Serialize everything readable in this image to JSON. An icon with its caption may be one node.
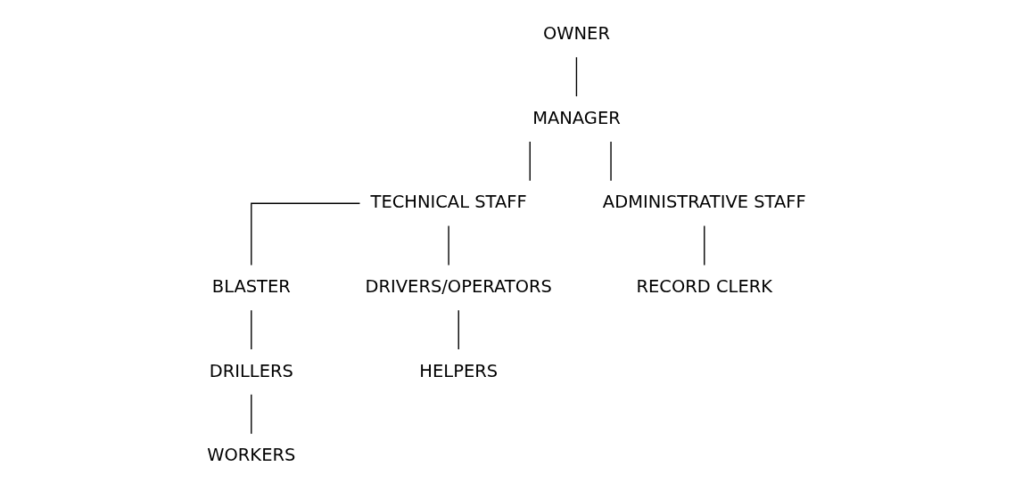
{
  "diagram": {
    "nodes": [
      {
        "text": [
          "OWNER"
        ]
      },
      {
        "text": [
          "MANAGER"
        ]
      },
      {
        "text": [
          "TECHNICAL STAFF"
        ]
      },
      {
        "text": [
          "ADMINISTRATIVE STAFF"
        ]
      },
      {
        "text": [
          "BLASTER"
        ]
      },
      {
        "text": [
          "DRIVERS/OPERATORS"
        ]
      },
      {
        "text": [
          "RECORD CLERK"
        ]
      },
      {
        "text": [
          "DRILLERS"
        ]
      },
      {
        "text": [
          "HELPERS"
        ]
      },
      {
        "text": [
          "WORKERS"
        ]
      }
    ],
    "edges": [
      {
        "from": 0,
        "to": 1,
        "arrow": "none"
      },
      {
        "from": 1,
        "to": 2,
        "arrow": "none"
      },
      {
        "from": 1,
        "to": 3,
        "arrow": "none"
      },
      {
        "from": 2,
        "to": 4,
        "arrow": "none"
      },
      {
        "from": 2,
        "to": 5,
        "arrow": "none"
      },
      {
        "from": 3,
        "to": 6,
        "arrow": "none"
      },
      {
        "from": 4,
        "to": 7,
        "arrow": "none"
      },
      {
        "from": 5,
        "to": 8,
        "arrow": "none"
      },
      {
        "from": 7,
        "to": 9,
        "arrow": "none"
      }
    ]
  }
}
